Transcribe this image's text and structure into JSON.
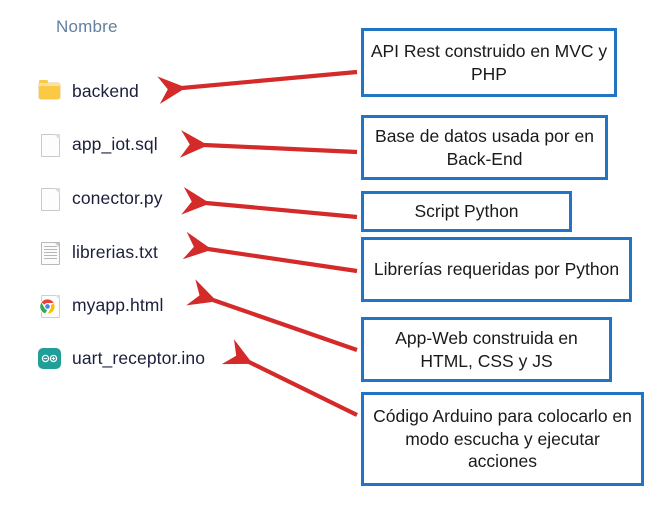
{
  "explorer": {
    "column_header": "Nombre",
    "files": [
      {
        "name": "backend",
        "icon": "folder-icon",
        "icon_kind": "folder"
      },
      {
        "name": "app_iot.sql",
        "icon": "blank-page-icon",
        "icon_kind": "page"
      },
      {
        "name": "conector.py",
        "icon": "blank-page-icon",
        "icon_kind": "page"
      },
      {
        "name": "librerias.txt",
        "icon": "text-document-icon",
        "icon_kind": "doc"
      },
      {
        "name": "myapp.html",
        "icon": "chrome-file-icon",
        "icon_kind": "chrome"
      },
      {
        "name": "uart_receptor.ino",
        "icon": "arduino-file-icon",
        "icon_kind": "arduino"
      }
    ]
  },
  "annotations": [
    {
      "target": "backend",
      "text": "API Rest construido en MVC y PHP"
    },
    {
      "target": "app_iot.sql",
      "text": "Base de datos usada por en Back-End"
    },
    {
      "target": "conector.py",
      "text": "Script Python"
    },
    {
      "target": "librerias.txt",
      "text": "Librerías requeridas por Python"
    },
    {
      "target": "myapp.html",
      "text": "App-Web construida en HTML, CSS y JS"
    },
    {
      "target": "uart_receptor.ino",
      "text": "Código Arduino para colocarlo en modo escucha y ejecutar acciones"
    }
  ],
  "colors": {
    "callout_border": "#2175c4",
    "arrow": "#d42a2a",
    "header_text": "#63809e",
    "file_text": "#1b1f3b",
    "folder": "#fcc944",
    "arduino": "#1f9e9a"
  }
}
